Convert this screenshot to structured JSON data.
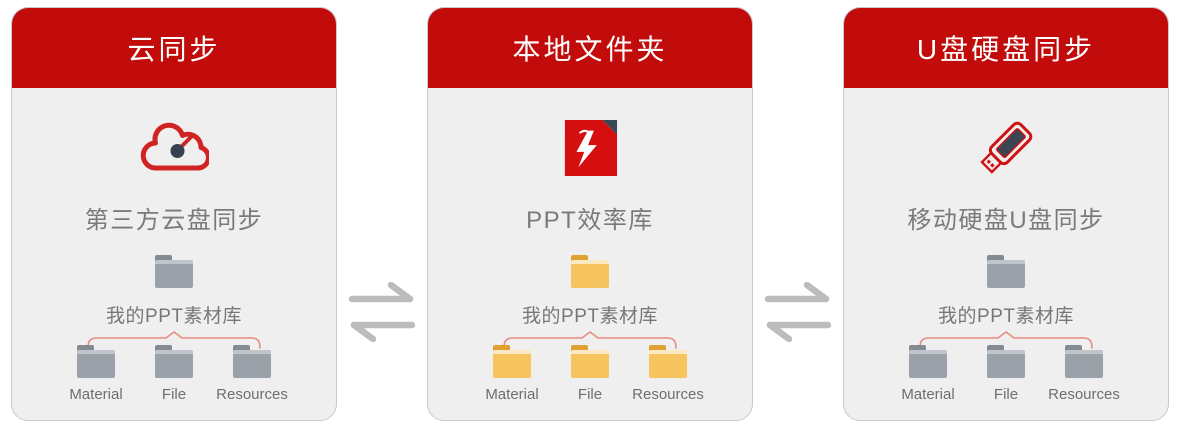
{
  "colors": {
    "header_red": "#c20c0c",
    "icon_red": "#d01d1d",
    "icon_dark_slate": "#3a4654",
    "card_background": "#f0efef",
    "card_border": "#c9c9c9",
    "caption_text": "#7a7a7a",
    "arrow_gray": "#bcbcbc",
    "brace_salmon": "#e98c80",
    "folder_gray": "#9ba1a9",
    "folder_yellow": "#f6c45f"
  },
  "cards": [
    {
      "id": "cloud-sync",
      "title": "云同步",
      "icon": "cloud-sync-icon",
      "caption": "第三方云盘同步",
      "folder_color": "gray",
      "tree": {
        "root_label": "我的PPT素材库",
        "children": [
          "Material",
          "File",
          "Resources"
        ]
      }
    },
    {
      "id": "local-folder",
      "title": "本地文件夹",
      "icon": "ppt-file-icon",
      "caption": "PPT效率库",
      "folder_color": "yellow",
      "tree": {
        "root_label": "我的PPT素材库",
        "children": [
          "Material",
          "File",
          "Resources"
        ]
      }
    },
    {
      "id": "usb-sync",
      "title": "U盘硬盘同步",
      "icon": "usb-drive-icon",
      "caption": "移动硬盘U盘同步",
      "folder_color": "gray",
      "tree": {
        "root_label": "我的PPT素材库",
        "children": [
          "Material",
          "File",
          "Resources"
        ]
      }
    }
  ],
  "connectors": [
    {
      "type": "two-way-sync-arrows"
    },
    {
      "type": "two-way-sync-arrows"
    }
  ]
}
